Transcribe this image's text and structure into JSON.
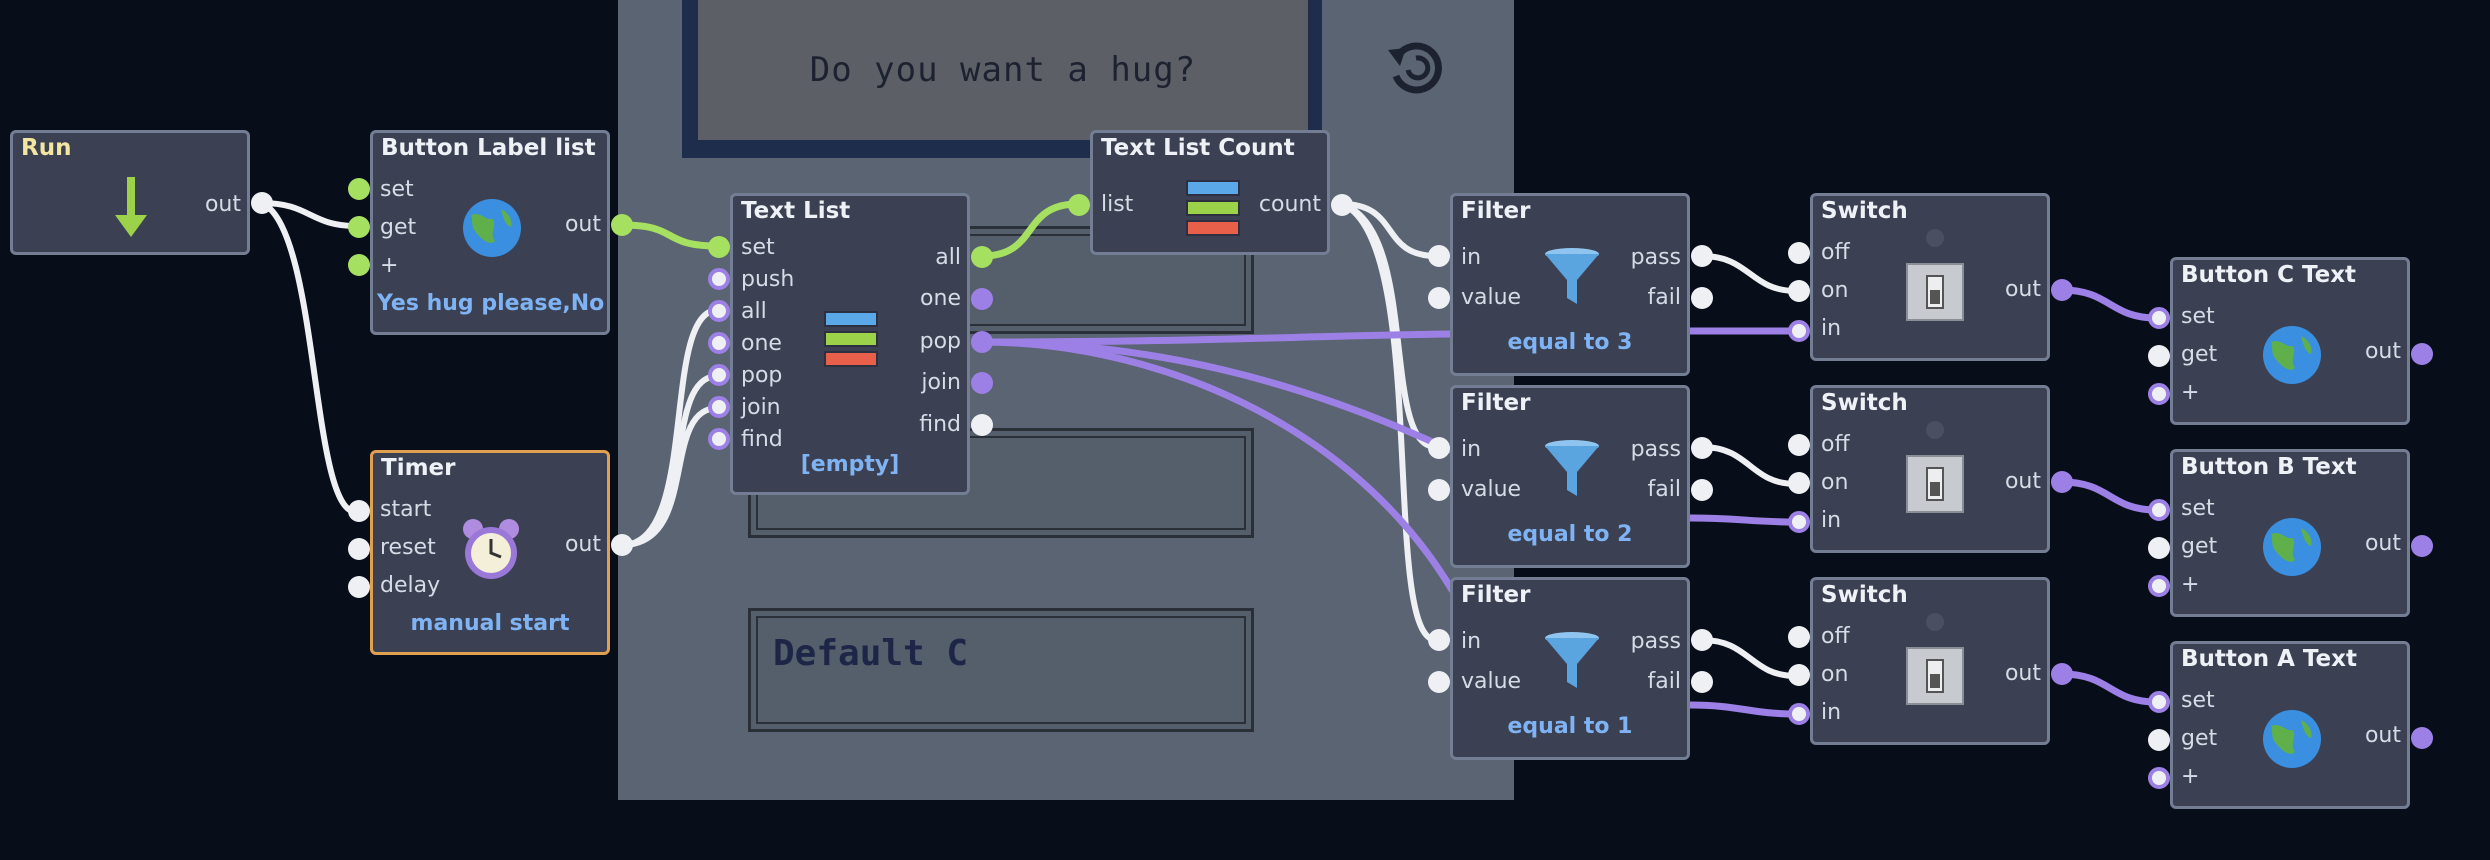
{
  "screen": {
    "prompt": "Do you want a hug?",
    "default_label": "Default C",
    "reload_icon": "reload-icon"
  },
  "nodes": {
    "run": {
      "title": "Run",
      "out": "out",
      "icon": "arrow-down-icon"
    },
    "button_label_list": {
      "title": "Button Label list",
      "inputs": [
        "set",
        "get",
        "+"
      ],
      "out": "out",
      "value": "Yes hug please,No h",
      "icon": "globe-icon"
    },
    "timer": {
      "title": "Timer",
      "inputs": [
        "start",
        "reset",
        "delay"
      ],
      "out": "out",
      "footer": "manual start",
      "icon": "alarm-clock-icon"
    },
    "text_list": {
      "title": "Text List",
      "inputs": [
        "set",
        "push",
        "all",
        "one",
        "pop",
        "join",
        "find"
      ],
      "outputs": [
        "all",
        "one",
        "pop",
        "join",
        "find"
      ],
      "footer": "[empty]",
      "icon": "stacked-list-icon"
    },
    "text_list_count": {
      "title": "Text List Count",
      "input": "list",
      "out": "count",
      "icon": "stacked-list-icon"
    },
    "filters": [
      {
        "title": "Filter",
        "inputs": [
          "in",
          "value"
        ],
        "outputs": [
          "pass",
          "fail"
        ],
        "footer": "equal to 3",
        "icon": "funnel-icon"
      },
      {
        "title": "Filter",
        "inputs": [
          "in",
          "value"
        ],
        "outputs": [
          "pass",
          "fail"
        ],
        "footer": "equal to 2",
        "icon": "funnel-icon"
      },
      {
        "title": "Filter",
        "inputs": [
          "in",
          "value"
        ],
        "outputs": [
          "pass",
          "fail"
        ],
        "footer": "equal to 1",
        "icon": "funnel-icon"
      }
    ],
    "switches": [
      {
        "title": "Switch",
        "inputs": [
          "off",
          "on",
          "in"
        ],
        "out": "out",
        "icon": "toggle-switch-icon"
      },
      {
        "title": "Switch",
        "inputs": [
          "off",
          "on",
          "in"
        ],
        "out": "out",
        "icon": "toggle-switch-icon"
      },
      {
        "title": "Switch",
        "inputs": [
          "off",
          "on",
          "in"
        ],
        "out": "out",
        "icon": "toggle-switch-icon"
      }
    ],
    "button_texts": [
      {
        "title": "Button C Text",
        "inputs": [
          "set",
          "get",
          "+"
        ],
        "out": "out",
        "icon": "globe-icon"
      },
      {
        "title": "Button B Text",
        "inputs": [
          "set",
          "get",
          "+"
        ],
        "out": "out",
        "icon": "globe-icon"
      },
      {
        "title": "Button A Text",
        "inputs": [
          "set",
          "get",
          "+"
        ],
        "out": "out",
        "icon": "globe-icon"
      }
    ]
  },
  "colors": {
    "background": "#080e19",
    "node_fill": "#3b4152",
    "node_border": "#737d94",
    "timer_border": "#e0a050",
    "wire_white": "#eef0f4",
    "wire_green": "#a6e060",
    "wire_purple": "#9d80e6",
    "footer_text": "#7fb3f3"
  }
}
